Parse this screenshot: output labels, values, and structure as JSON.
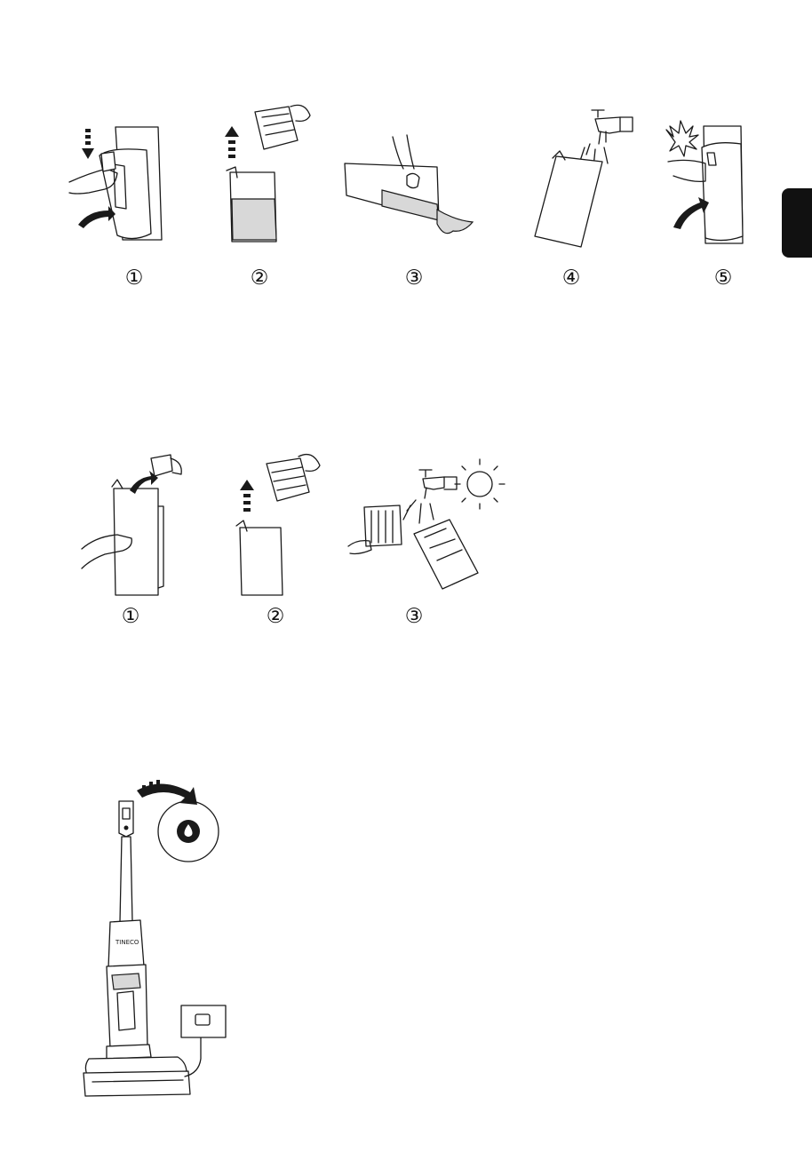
{
  "section_a": {
    "steps": [
      "①",
      "②",
      "③",
      "④",
      "⑤"
    ]
  },
  "section_b": {
    "steps": [
      "①",
      "②",
      "③"
    ]
  },
  "section_c": {
    "brand_mark": "TINECO"
  },
  "colors": {
    "ink": "#1a1a1a",
    "water_fill": "#d8d8d8",
    "language_tab": "#111111"
  }
}
